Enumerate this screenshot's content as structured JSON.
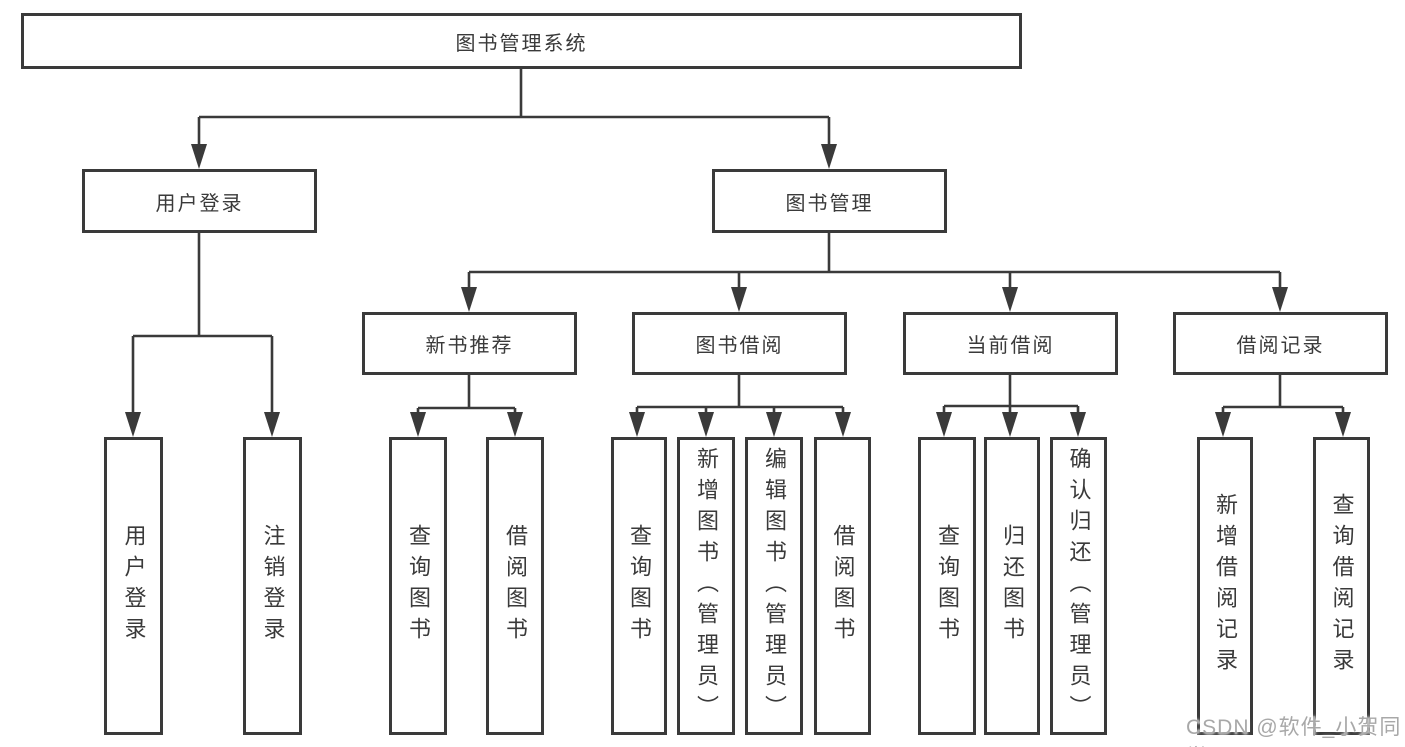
{
  "colors": {
    "line": "#3a3a3a",
    "text": "#3a3a3a",
    "watermark": "#a8a8a8",
    "background": "#ffffff"
  },
  "diagram": {
    "root": "图书管理系统",
    "branches": [
      {
        "label": "用户登录",
        "children": [
          "用户登录",
          "注销登录"
        ]
      },
      {
        "label": "图书管理",
        "sections": [
          {
            "label": "新书推荐",
            "children": [
              "查询图书",
              "借阅图书"
            ]
          },
          {
            "label": "图书借阅",
            "children": [
              "查询图书",
              "新增图书（管理员）",
              "编辑图书（管理员）",
              "借阅图书"
            ]
          },
          {
            "label": "当前借阅",
            "children": [
              "查询图书",
              "归还图书",
              "确认归还（管理员）"
            ]
          },
          {
            "label": "借阅记录",
            "children": [
              "新增借阅记录",
              "查询借阅记录"
            ]
          }
        ]
      }
    ]
  },
  "watermark": "CSDN @软件_小贺同学"
}
